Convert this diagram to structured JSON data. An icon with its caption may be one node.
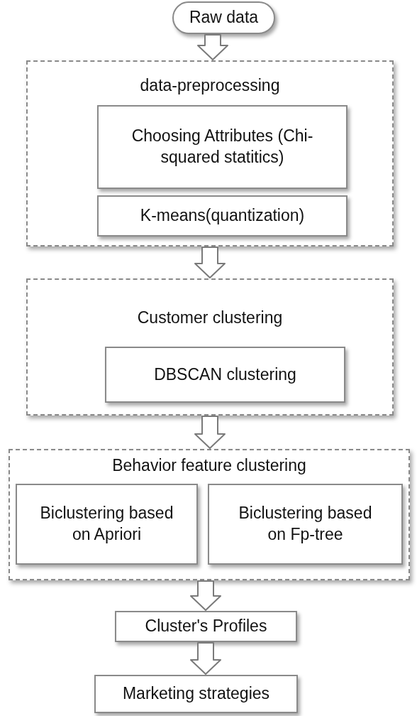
{
  "diagram": {
    "nodes": [
      {
        "text": [
          "Raw data"
        ]
      },
      {
        "text": [
          "data-preprocessing"
        ]
      },
      {
        "text": [
          "Choosing Attributes (Chi-squared statitics)"
        ],
        "in": 1
      },
      {
        "text": [
          "K-means(quantization)"
        ],
        "in": 1
      },
      {
        "text": [
          "Customer clustering"
        ]
      },
      {
        "text": [
          "DBSCAN clustering"
        ],
        "in": 4
      },
      {
        "text": [
          "Behavior feature clustering"
        ]
      },
      {
        "text": [
          "Biclustering based on Apriori"
        ],
        "in": 6
      },
      {
        "text": [
          "Biclustering based on Fp-tree"
        ],
        "in": 6
      },
      {
        "text": [
          "Cluster's Profiles"
        ]
      },
      {
        "text": [
          "Marketing strategies"
        ]
      }
    ],
    "edges": [
      {
        "from": 0,
        "to": 1,
        "arrow": "to"
      },
      {
        "from": 1,
        "to": 4,
        "arrow": "to"
      },
      {
        "from": 4,
        "to": 6,
        "arrow": "to"
      },
      {
        "from": 6,
        "to": 9,
        "arrow": "to"
      },
      {
        "from": 9,
        "to": 10,
        "arrow": "to"
      }
    ]
  }
}
